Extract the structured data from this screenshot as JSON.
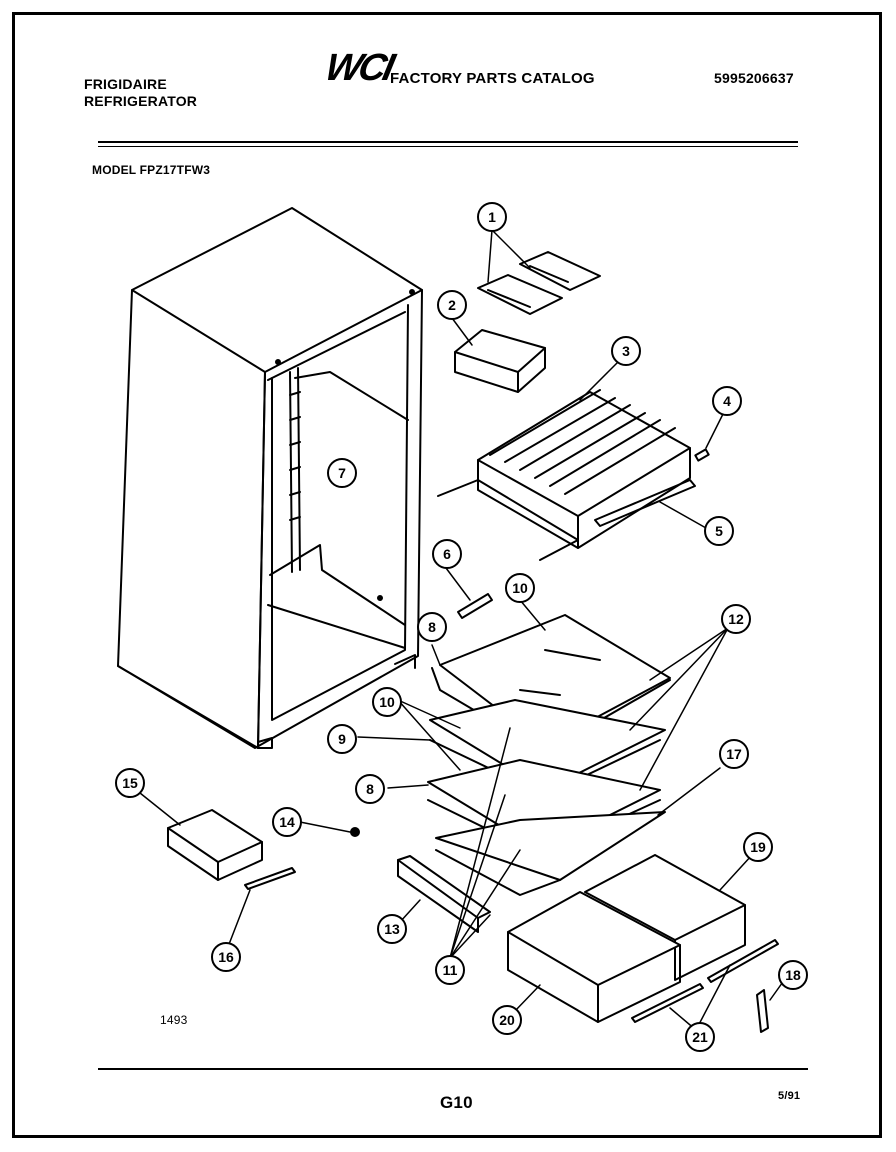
{
  "header": {
    "brand_line1": "FRIGIDAIRE",
    "brand_line2": "REFRIGERATOR",
    "logo_text": "WCI",
    "catalog_title": "FACTORY PARTS CATALOG",
    "part_number": "5995206637",
    "model": "MODEL FPZ17TFW3"
  },
  "footer": {
    "drawing_number": "1493",
    "page_code": "G10",
    "date": "5/91"
  },
  "callouts": [
    "1",
    "2",
    "3",
    "4",
    "5",
    "6",
    "7",
    "8",
    "8",
    "9",
    "10",
    "10",
    "11",
    "12",
    "13",
    "14",
    "15",
    "16",
    "17",
    "18",
    "19",
    "20",
    "21"
  ]
}
